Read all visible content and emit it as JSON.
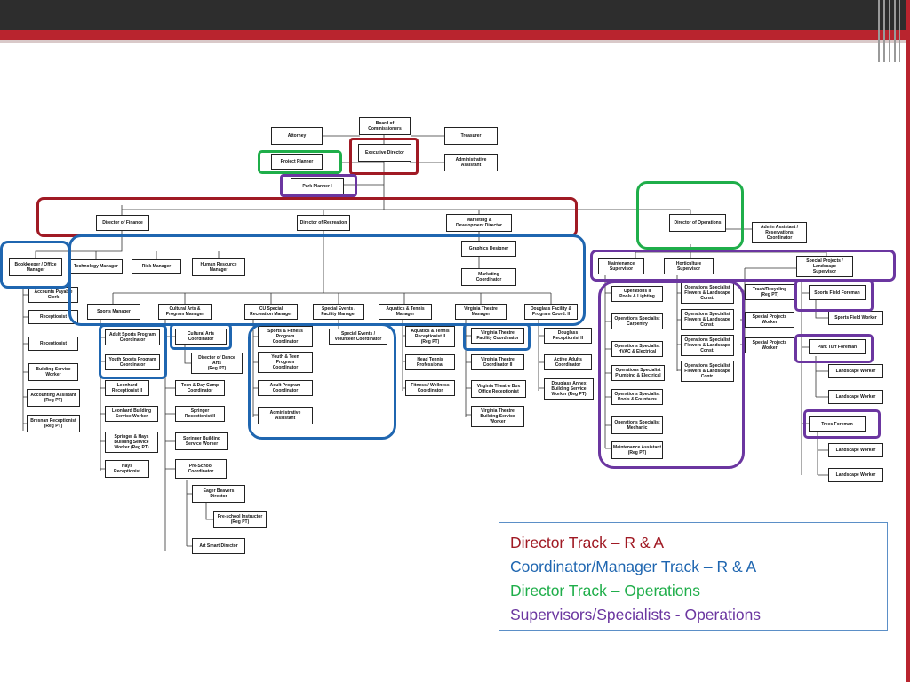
{
  "colors": {
    "director_rna": "#a01a24",
    "coordinator_rna": "#1f66b0",
    "director_ops": "#1fae4a",
    "supervisor_ops": "#6b36a0"
  },
  "org": {
    "board": "Board of\nCommissioners",
    "attorney": "Attorney",
    "treasurer": "Treasurer",
    "executive_director": "Executive Director",
    "project_planner": "Project Planner",
    "administrative_assistant": "Administrative\nAssistant",
    "park_planner": "Park Planner I",
    "director_finance": "Director of Finance",
    "director_recreation": "Director of Recreation",
    "marketing_director": "Marketing &\nDevelopment Director",
    "director_operations": "Director of Operations",
    "admin_assistant_reservations": "Admin Assistant /\nReservations\nCoordinator",
    "graphics_designer": "Graphics Designer",
    "marketing_coordinator": "Marketing\nCoordinator",
    "bookkeeper": "Bookkeeper / Office\nManager",
    "technology_manager": "Technology Manager",
    "risk_manager": "Risk Manager",
    "hr_manager": "Human Resource\nManager",
    "accounts_payable": "Accounts Payable\nClerk",
    "receptionist_1": "Receptionist",
    "receptionist_2": "Receptionist",
    "building_service_worker": "Building Service\nWorker",
    "accounting_assistant": "Accounting Assistant\n(Reg PT)",
    "bresnan_receptionist": "Bresnan Receptionist\n(Reg PT)",
    "sports_manager": "Sports Manager",
    "cultural_arts_manager": "Cultural Arts &\nProgram Manager",
    "cu_special_manager": "CU Special\nRecreation Manager",
    "special_events_manager": "Special Events /\nFacility Manager",
    "aquatics_manager": "Aquatics & Tennis\nManager",
    "virginia_theatre_manager": "Virginia Theatre\nManager",
    "douglass_coordinator": "Douglass Facility &\nProgram Coord. II",
    "adult_sports": "Adult Sports Program\nCoordinator",
    "youth_sports": "Youth Sports Program\nCoordinator",
    "leonhard_receptionist": "Leonhard\nReceptionist II",
    "leonhard_bsw": "Leonhard Building\nService Worker",
    "springer_hays_bsw": "Springer & Hays\nBuilding Service\nWorker (Reg PT)",
    "hays_receptionist": "Hays\nReceptionist",
    "cultural_arts_coordinator": "Cultural Arts\nCoordinator",
    "director_dance": "Director of Dance\nArts\n(Reg PT)",
    "teen_day_camp": "Teen & Day Camp\nCoordinator",
    "springer_receptionist": "Springer\nReceptionist II",
    "springer_bsw": "Springer Building\nService Worker",
    "preschool_coordinator": "Pre-School\nCoordinator",
    "eager_beavers": "Eager Beavers\nDirector",
    "preschool_instructor": "Pre-school Instructor\n(Reg PT)",
    "art_smart": "Art Smart Director",
    "sports_fitness": "Sports & Fitness\nProgram\nCoordinator",
    "youth_teen": "Youth & Teen\nProgram\nCoordinator",
    "adult_program": "Adult Program\nCoordinator",
    "cu_admin_assistant": "Administrative\nAssistant",
    "special_events_coordinator": "Special Events /\nVolunteer Coordinator",
    "aquatics_receptionist": "Aquatics & Tennis\nReceptionist II\n(Reg PT)",
    "head_tennis": "Head Tennis\nProfessional",
    "fitness_wellness": "Fitness / Wellness\nCoordinator",
    "vt_facility": "Virginia Theatre\nFacility Coordinator",
    "vt_coordinator": "Virginia Theatre\nCoordinator II",
    "vt_box_office": "Virginia Theatre Box\nOffice Receptionist",
    "vt_bsw": "Virginia Theatre\nBuilding Service\nWorker",
    "douglass_receptionist": "Douglass\nReceptionist II",
    "active_adults": "Active Adults\nCoordinator",
    "douglass_annex": "Douglass Annex\nBuilding Service\nWorker (Reg PT)",
    "maintenance_supervisor": "Maintenance\nSupervisor",
    "horticulture_supervisor": "Horticulture\nSupervisor",
    "special_projects_supervisor": "Special Projects /\nLandscape\nSupervisor",
    "ops_pools_lighting": "Operations II\nPools & Lighting",
    "ops_carpentry": "Operations Specialist\nCarpentry",
    "ops_hvac": "Operations Specialist\nHVAC & Electrical",
    "ops_plumbing": "Operations Specialist\nPlumbing & Electrical",
    "ops_pools_fountains": "Operations Specialist\nPools & Fountains",
    "ops_mechanic": "Operations Specialist\nMechanic",
    "maintenance_assistant": "Maintenance Assistant\n(Reg PT)",
    "hort_1": "Operations Specialist\nFlowers & Landscape\nConst.",
    "hort_2": "Operations Specialist\nFlowers & Landscape\nConst.",
    "hort_3": "Operations Specialist\nFlowers & Landscape\nConst.",
    "hort_4": "Operations Specialist\nFlowers & Landscape\nContr.",
    "trash_recycling": "Trash/Recycling\n(Reg PT)",
    "special_projects_worker_1": "Special Projects\nWorker",
    "special_projects_worker_2": "Special Projects\nWorker",
    "sports_field_foreman": "Sports Field Foreman",
    "sports_field_worker": "Sports Field Worker",
    "park_turf_foreman": "Park Turf Foreman",
    "landscape_worker_1": "Landscape Worker",
    "landscape_worker_2": "Landscape Worker",
    "trees_foreman": "Trees Foreman",
    "landscape_worker_3": "Landscape Worker",
    "landscape_worker_4": "Landscape Worker"
  },
  "legend": [
    {
      "text": "Director Track – R & A",
      "color": "#a01a24"
    },
    {
      "text": "Coordinator/Manager Track – R & A",
      "color": "#1f66b0"
    },
    {
      "text": "Director Track – Operations",
      "color": "#1fae4a"
    },
    {
      "text": "Supervisors/Specialists - Operations",
      "color": "#6b36a0"
    }
  ]
}
